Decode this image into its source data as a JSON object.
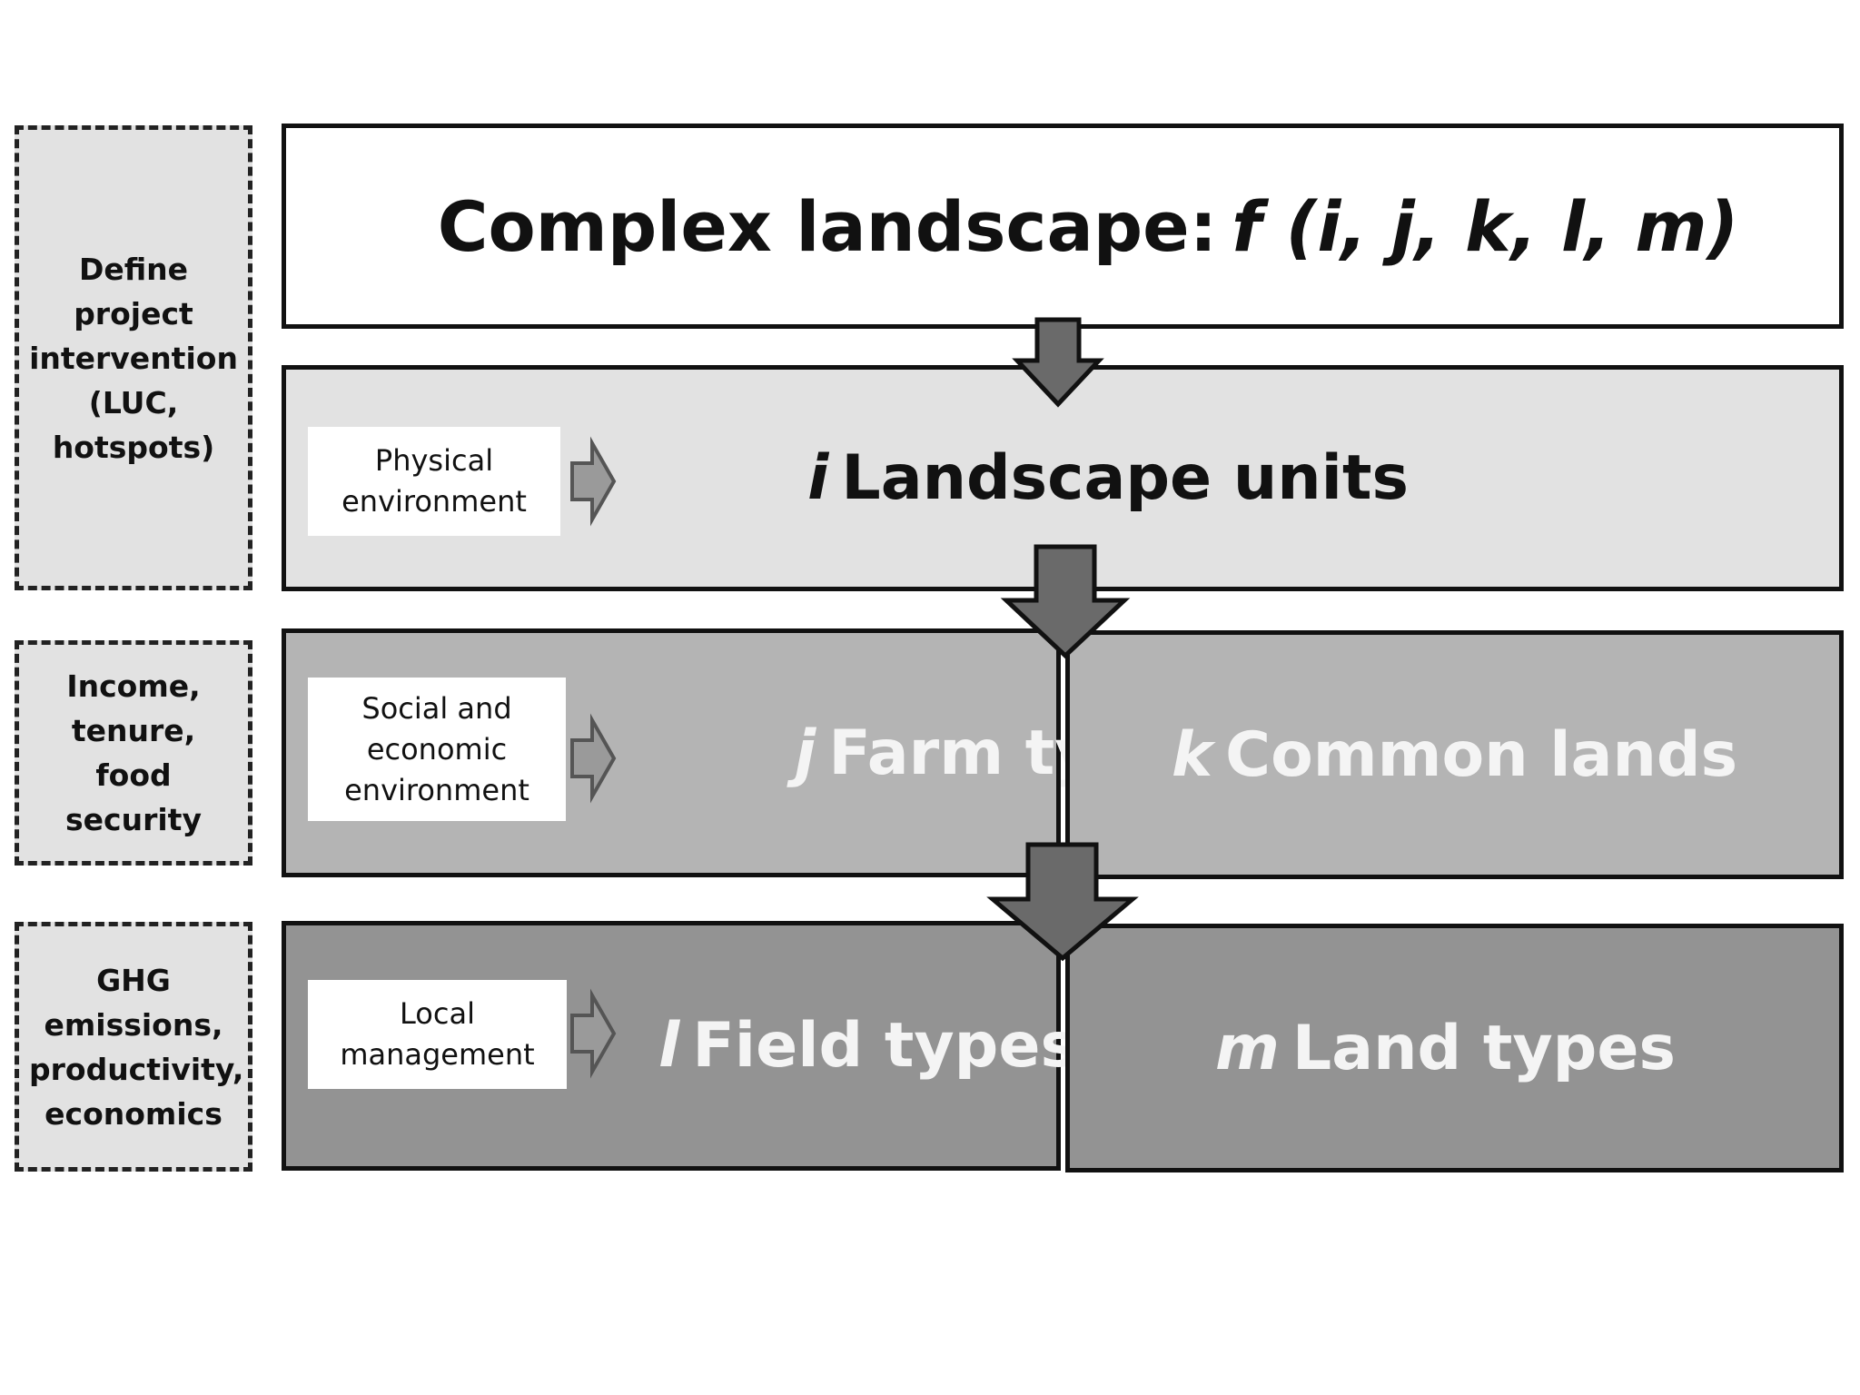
{
  "side_labels": {
    "project": "Define project intervention (LUC, hotspots)",
    "income": "Income, tenure, food security",
    "ghg": "GHG emissions, productivity, economics"
  },
  "top": {
    "text": "Complex landscape:",
    "formula": "f (i, j, k, l, m)"
  },
  "landscape": {
    "var": "i",
    "text": "Landscape units"
  },
  "farm": {
    "var": "j",
    "text": "Farm types"
  },
  "common": {
    "var": "k",
    "text": "Common lands"
  },
  "field": {
    "var": "l",
    "text": "Field types"
  },
  "land": {
    "var": "m",
    "text": "Land types"
  },
  "notes": {
    "physical": "Physical environment",
    "social": "Social and economic environment",
    "local": "Local management"
  },
  "colors": {
    "top_fill": "#ffffff",
    "landscape_fill": "#e2e2e2",
    "farm_fill": "#b4b4b4",
    "field_fill": "#939393",
    "down_arrow": "#6a6a6a",
    "side_arrow": "#9a9a9a"
  }
}
